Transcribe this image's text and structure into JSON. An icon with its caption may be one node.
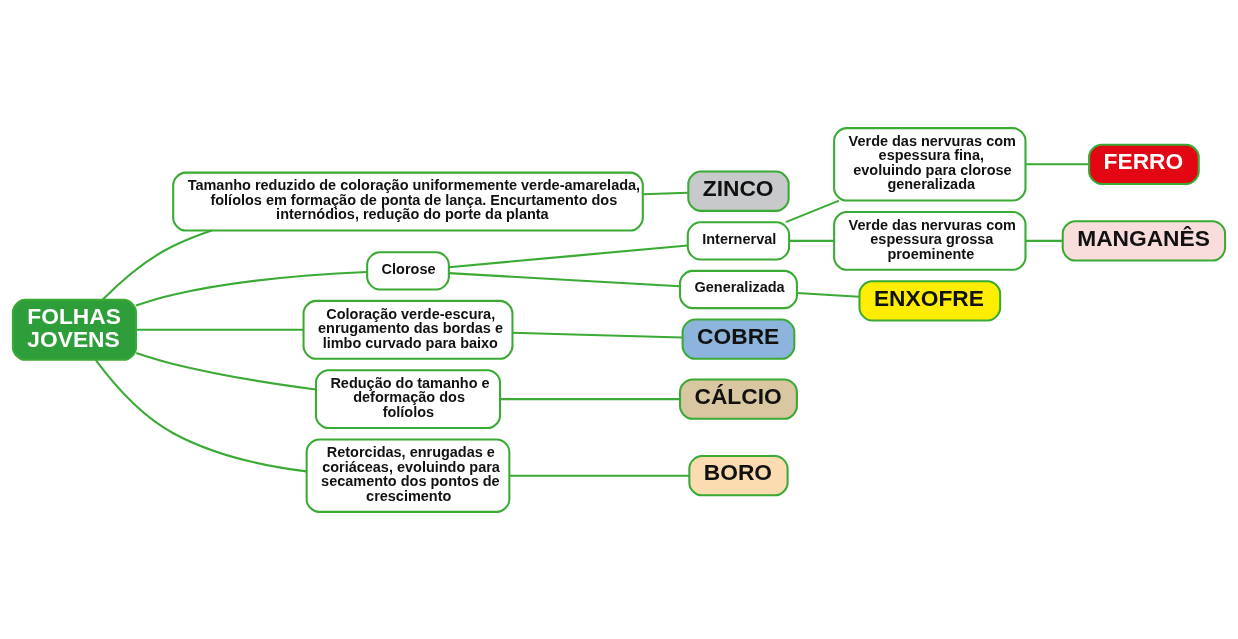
{
  "diagram": {
    "nodes": [
      {
        "text": [
          "FOLHAS JOVENS"
        ]
      },
      {
        "text": [
          "Tamanho reduzido de coloração uniformemente verde-amarelada, folíolos em formação de ponta de lança. Encurtamento dos internódios, redução do porte da planta"
        ]
      },
      {
        "text": [
          "ZINCO"
        ]
      },
      {
        "text": [
          "Clorose"
        ]
      },
      {
        "text": [
          "Internerval"
        ]
      },
      {
        "text": [
          "Verde das nervuras com espessura fina, evoluindo para clorose generalizada"
        ]
      },
      {
        "text": [
          "FERRO"
        ]
      },
      {
        "text": [
          "Verde das nervuras com espessura grossa proeminente"
        ]
      },
      {
        "text": [
          "MANGANÊS"
        ]
      },
      {
        "text": [
          "Generalizada"
        ]
      },
      {
        "text": [
          "ENXOFRE"
        ]
      },
      {
        "text": [
          "Coloração verde-escura, enrugamento das bordas e limbo curvado para baixo"
        ]
      },
      {
        "text": [
          "COBRE"
        ]
      },
      {
        "text": [
          "Redução do tamanho e deformação dos folíolos"
        ]
      },
      {
        "text": [
          "CÁLCIO"
        ]
      },
      {
        "text": [
          "Retorcidas, enrugadas e coriáceas, evoluindo para secamento dos pontos de crescimento"
        ]
      },
      {
        "text": [
          "BORO"
        ]
      }
    ],
    "edges": [
      {
        "from": 0,
        "to": 1,
        "arrow": "none"
      },
      {
        "from": 0,
        "to": 3,
        "arrow": "none"
      },
      {
        "from": 0,
        "to": 11,
        "arrow": "none"
      },
      {
        "from": 0,
        "to": 13,
        "arrow": "none"
      },
      {
        "from": 0,
        "to": 15,
        "arrow": "none"
      },
      {
        "from": 1,
        "to": 2,
        "arrow": "none"
      },
      {
        "from": 3,
        "to": 4,
        "arrow": "none"
      },
      {
        "from": 3,
        "to": 9,
        "arrow": "none"
      },
      {
        "from": 4,
        "to": 5,
        "arrow": "none"
      },
      {
        "from": 4,
        "to": 7,
        "arrow": "none"
      },
      {
        "from": 5,
        "to": 6,
        "arrow": "none"
      },
      {
        "from": 7,
        "to": 8,
        "arrow": "none"
      },
      {
        "from": 9,
        "to": 10,
        "arrow": "none"
      },
      {
        "from": 11,
        "to": 12,
        "arrow": "none"
      },
      {
        "from": 13,
        "to": 14,
        "arrow": "none"
      },
      {
        "from": 15,
        "to": 16,
        "arrow": "none"
      }
    ]
  }
}
